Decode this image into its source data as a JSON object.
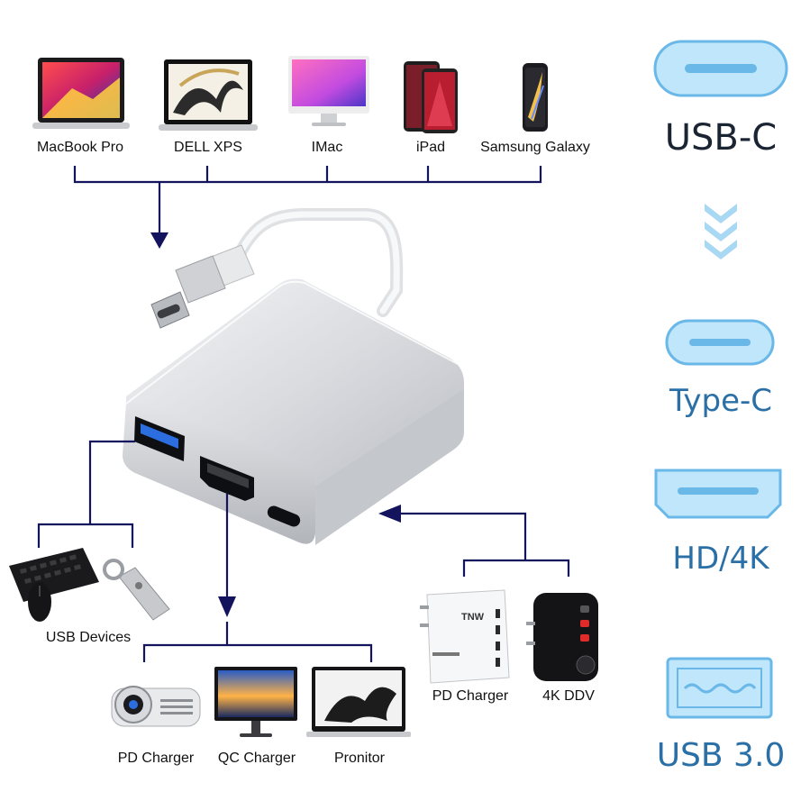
{
  "sources": {
    "macbook": "MacBook Pro",
    "dell": "DELL XPS",
    "imac": "IMac",
    "ipad": "iPad",
    "samsung": "Samsung Galaxy"
  },
  "outputs": {
    "usb_devices": "USB Devices",
    "hdmi_1": "PD Charger",
    "hdmi_2": "QC Charger",
    "hdmi_3": "Pronitor",
    "pd_charger": "PD Charger",
    "ddv": "4K DDV"
  },
  "charger_brand": "TNW",
  "right_panel": {
    "usbc": "USB-C",
    "typec": "Type-C",
    "hd4k": "HD/4K",
    "usb30": "USB 3.0"
  },
  "colors": {
    "line": "#13135e",
    "accent_fill": "#bfe6fb",
    "accent_stroke": "#6ab8e8",
    "accent_text": "#2a6fa6",
    "dark_text": "#1a2433"
  }
}
